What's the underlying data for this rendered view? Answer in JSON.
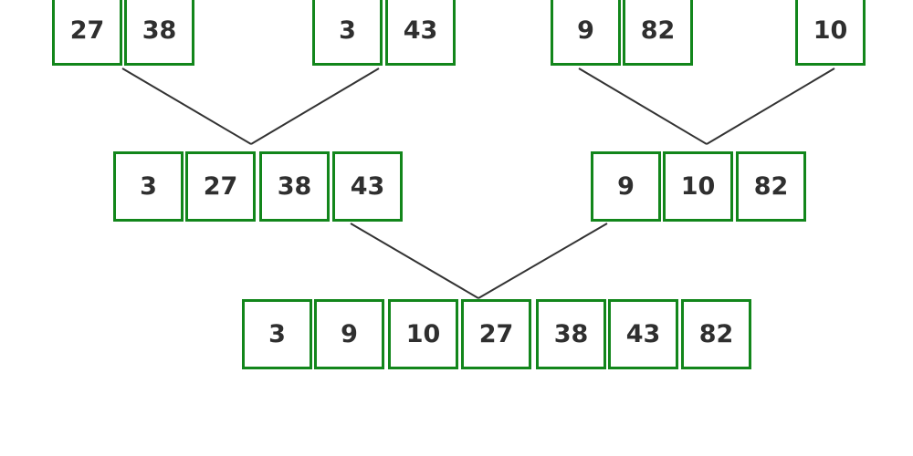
{
  "diagram": {
    "style": {
      "border_color": "#12861b",
      "text_color": "#2f2f2f",
      "line_color": "#333333",
      "background": "#ffffff"
    },
    "top_row": {
      "groups": [
        [
          "27",
          "38"
        ],
        [
          "3",
          "43"
        ],
        [
          "9",
          "82"
        ],
        [
          "10"
        ]
      ]
    },
    "middle_row": {
      "groups": [
        [
          "3",
          "27",
          "38",
          "43"
        ],
        [
          "9",
          "10",
          "82"
        ]
      ]
    },
    "bottom_row": {
      "groups": [
        [
          "3",
          "9",
          "10",
          "27",
          "38",
          "43",
          "82"
        ]
      ]
    }
  }
}
